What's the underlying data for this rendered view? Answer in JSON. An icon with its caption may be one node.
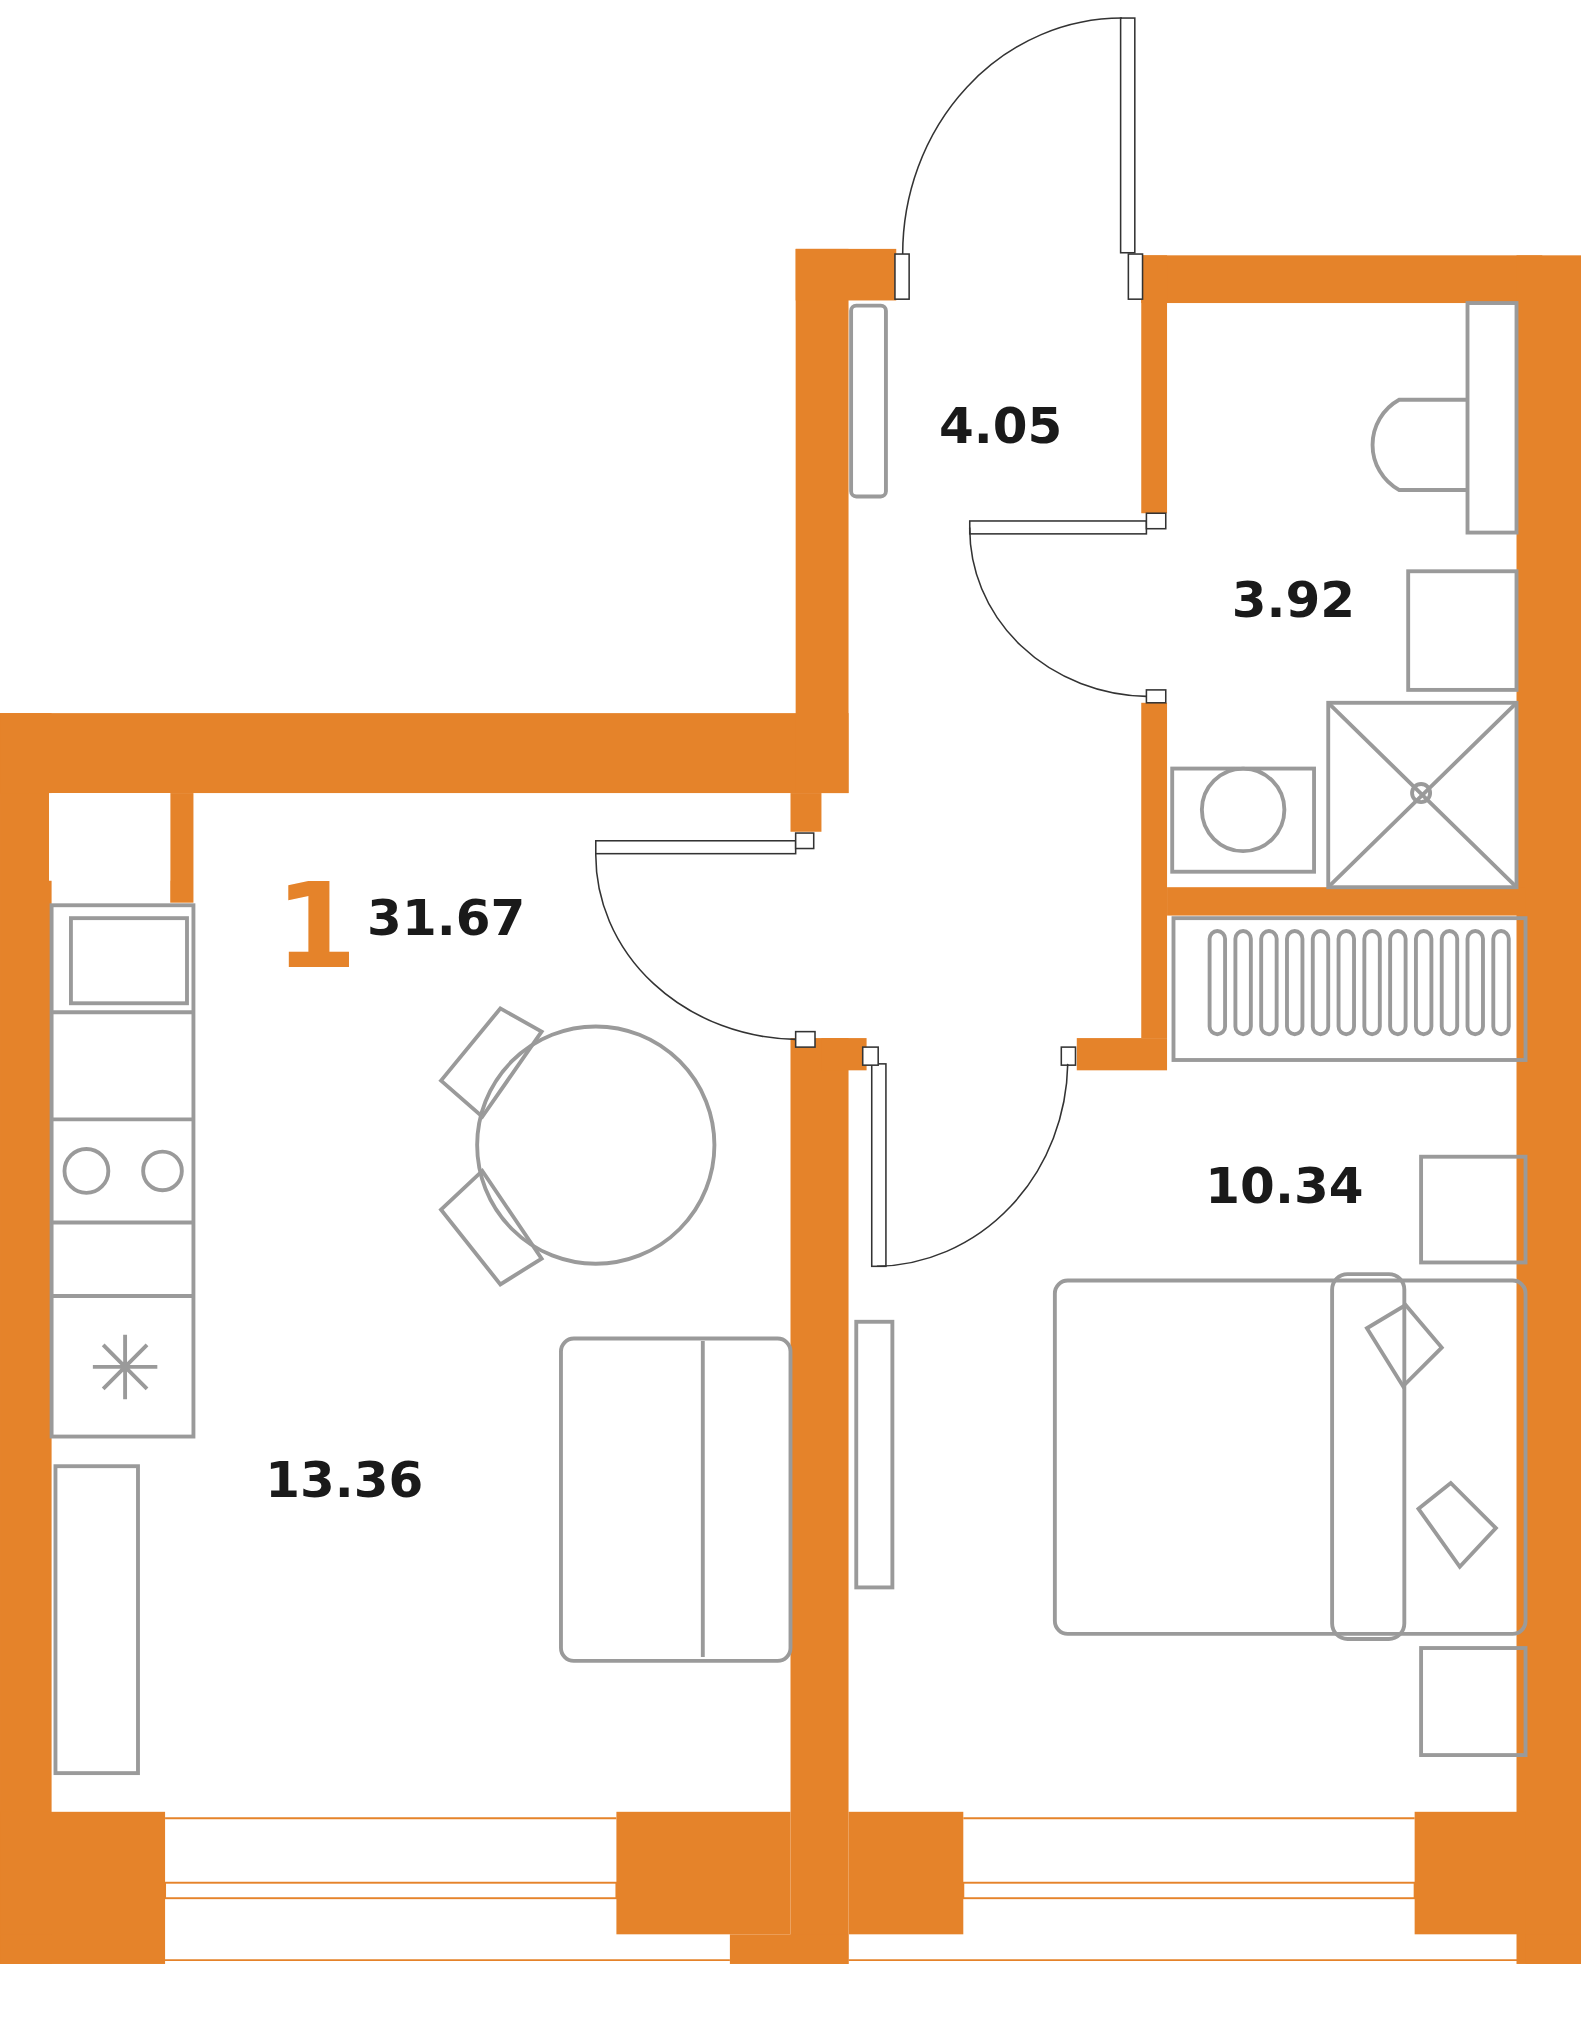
{
  "diagram": {
    "labels": [
      "1",
      "31.67",
      "4.05",
      "3.92",
      "13.36",
      "10.34"
    ]
  }
}
